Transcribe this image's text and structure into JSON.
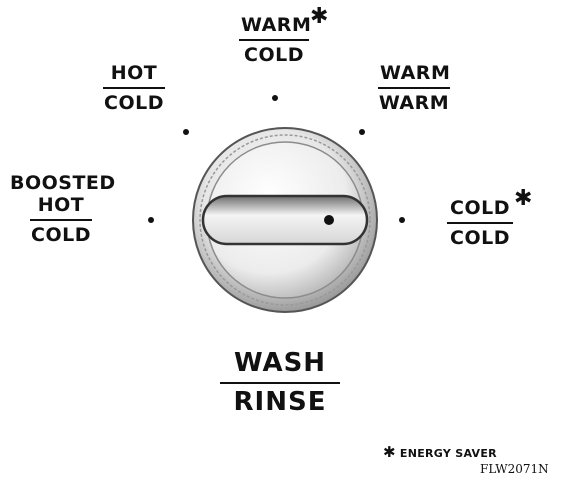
{
  "diagram": {
    "settings": [
      {
        "id": "hot-cold",
        "top": "HOT",
        "bottom": "COLD",
        "energy_saver": false
      },
      {
        "id": "warm-cold",
        "top": "WARM",
        "bottom": "COLD",
        "energy_saver": true
      },
      {
        "id": "warm-warm",
        "top": "WARM",
        "bottom": "WARM",
        "energy_saver": false
      },
      {
        "id": "boosted-hot-cold",
        "pre": "BOOSTED",
        "top": "HOT",
        "bottom": "COLD",
        "energy_saver": false
      },
      {
        "id": "cold-cold",
        "top": "COLD",
        "bottom": "COLD",
        "energy_saver": true
      }
    ],
    "knob_label": {
      "top": "WASH",
      "bottom": "RINSE"
    },
    "legend": {
      "symbol": "✱",
      "text": "ENERGY SAVER"
    },
    "figure_code": "FLW2071N"
  }
}
